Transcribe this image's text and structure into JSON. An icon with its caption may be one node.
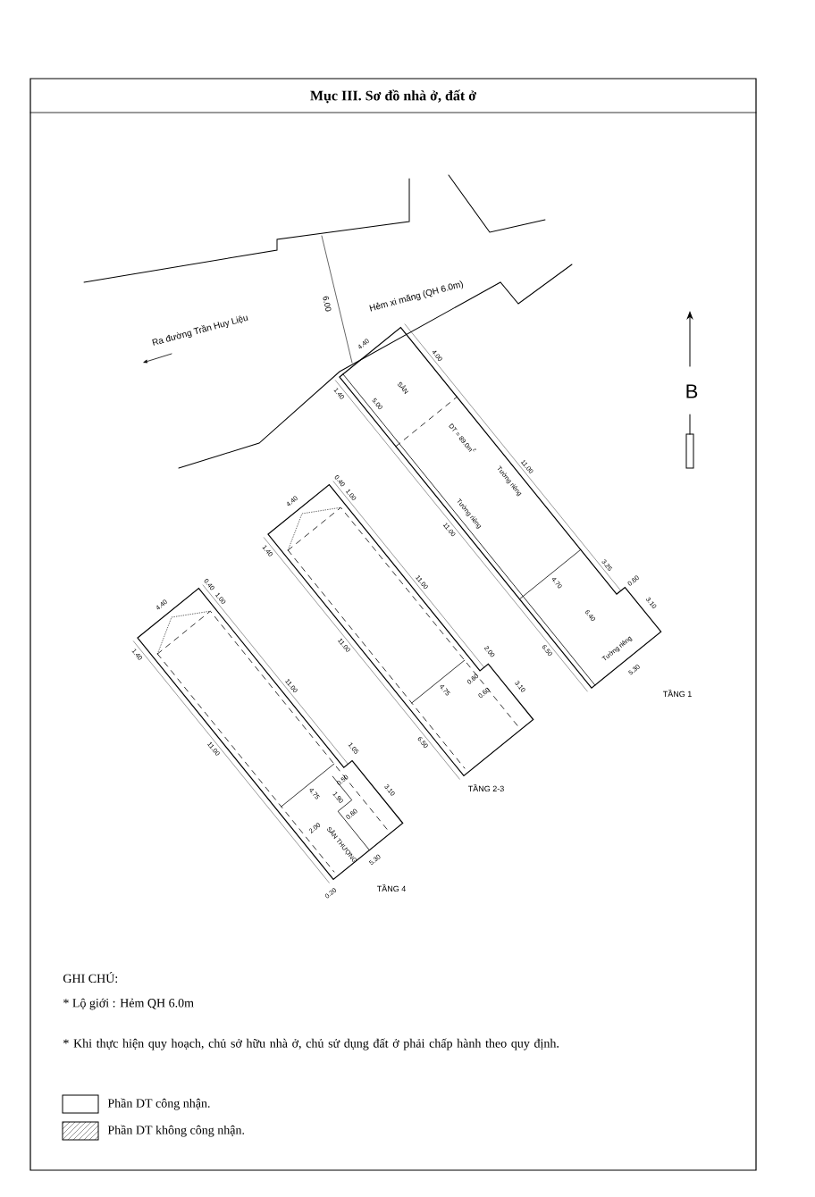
{
  "diagram": {
    "title": "Mục III. Sơ đồ nhà ở, đất ở",
    "labels": [
      "6.00",
      "Hẻm xi măng (QH 6.0m)",
      "Ra đường Trần Huy Liệu",
      "B",
      "4.40",
      "4.00",
      "1.40",
      "5.00",
      "SÂN",
      "DT = 89.0m$^{2}$",
      "Tường riêng",
      "Tường riêng",
      "11.00",
      "11.00",
      "4.70",
      "3.25",
      "0.60",
      "3.10",
      "6.40",
      "6.50",
      "Tường riêng",
      "5.30",
      "TẦNG 1",
      "0.40",
      "1.00",
      "4.40",
      "1.40",
      "11.00",
      "11.00",
      "4.75",
      "2.00",
      "0.60",
      "0.60",
      "3.10",
      "6.50",
      "TẦNG 2-3",
      "0.40",
      "1.00",
      "4.40",
      "1.40",
      "11.00",
      "11.00",
      "4.75",
      "1.05",
      "0.50",
      "1.90",
      "0.60",
      "3.10",
      "2.00",
      "SÂN THƯỢNG",
      "5.30",
      "0.20",
      "TẦNG 4",
      "GHI CHÚ:",
      "* Lộ giới : Hẻm   QH  6.0m",
      "* Khi thực hiện quy hoạch, chủ sở hữu nhà ở, chủ sử dụng đất ở phải chấp  hành theo quy định."
    ],
    "legend": [
      {
        "text": "Phần DT công nhận."
      },
      {
        "text": "Phần DT không công nhận."
      }
    ]
  }
}
